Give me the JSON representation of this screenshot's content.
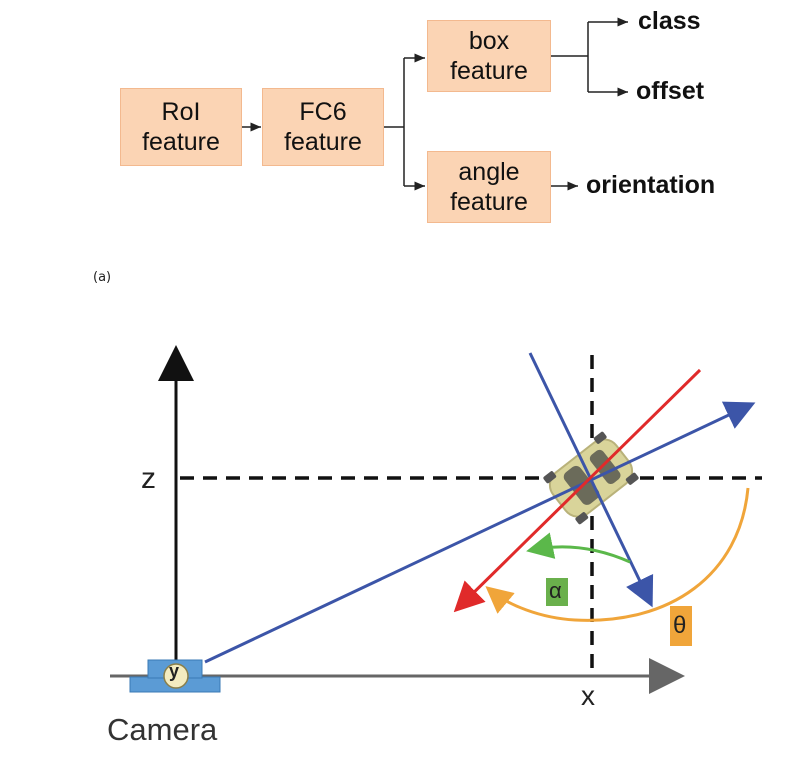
{
  "flow": {
    "roi": [
      "RoI",
      "feature"
    ],
    "fc6": [
      "FC6",
      "feature"
    ],
    "box": [
      "box",
      "feature"
    ],
    "angle": [
      "angle",
      "feature"
    ],
    "outputs": {
      "class": "class",
      "offset": "offset",
      "orientation": "orientation"
    }
  },
  "caption_a": "(a)",
  "geometry_labels": {
    "z": "z",
    "x": "x",
    "y": "y",
    "alpha": "α",
    "theta": "θ",
    "camera": "Camera"
  },
  "colors": {
    "box_fill": "#fbd4b4",
    "blue_ray": "#3c55a8",
    "red_axis": "#e02a2a",
    "green_arc": "#5bb84a",
    "orange_arc": "#f0a53a",
    "alpha_badge": "#6ab04c",
    "theta_badge": "#f0a53a",
    "camera_base": "#5b9bd5",
    "axis_gray": "#666666"
  }
}
